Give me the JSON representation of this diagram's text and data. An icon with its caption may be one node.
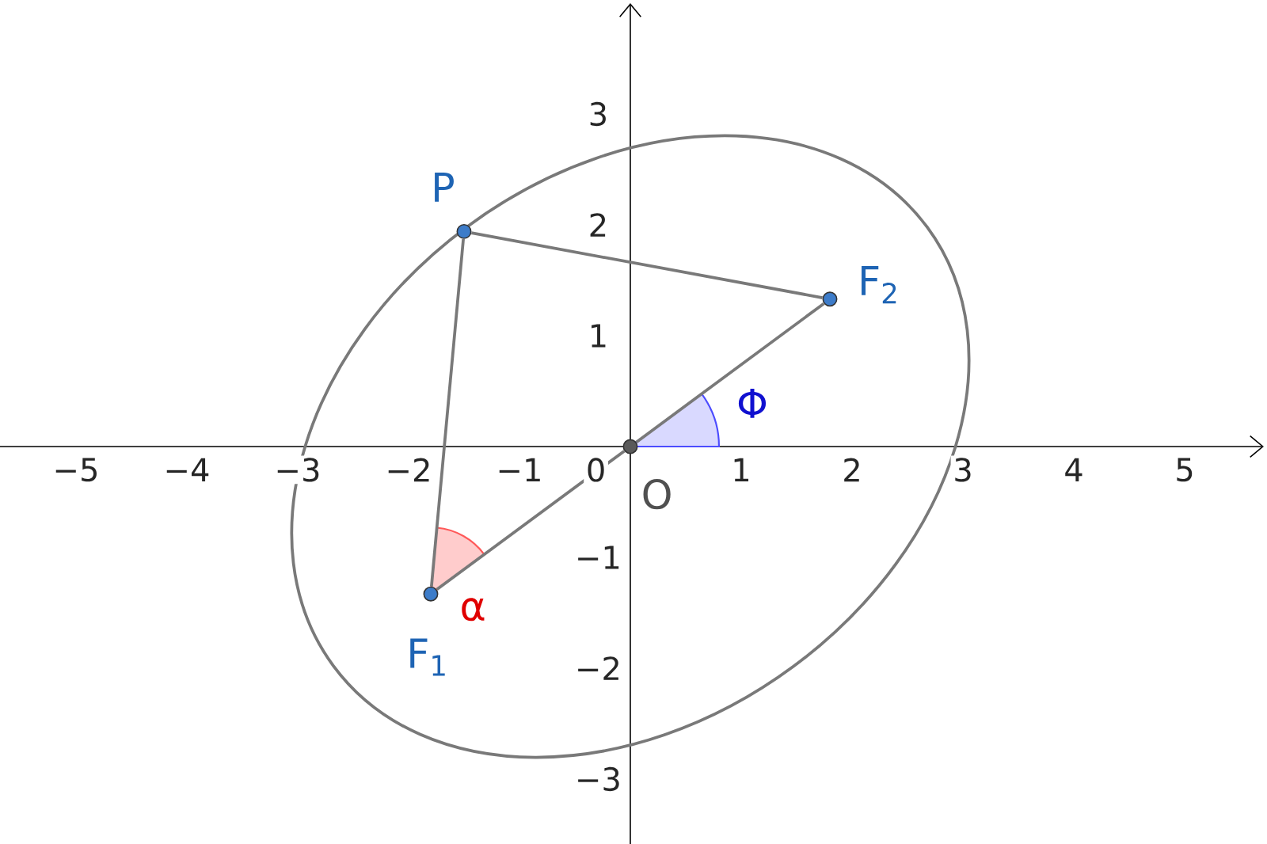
{
  "diagram": {
    "nodes": [
      {
        "text": [],
        "shape": "circle",
        "beside": [
          "P"
        ]
      },
      {
        "text": [],
        "shape": "circle",
        "beside": [
          "F$_{2}$"
        ]
      },
      {
        "text": [],
        "shape": "circle",
        "beside": [
          "F$_{1}$"
        ]
      },
      {
        "text": [],
        "shape": "circle",
        "beside": [
          "O"
        ]
      }
    ],
    "edges": [
      {
        "from": 0,
        "to": 1,
        "arrow": "none"
      },
      {
        "from": 0,
        "to": 2,
        "arrow": "none"
      },
      {
        "from": 2,
        "to": 3,
        "arrow": "none"
      },
      {
        "from": 3,
        "to": 1,
        "arrow": "none"
      }
    ],
    "labels": [
      "3",
      "2",
      "1",
      "−5",
      "−4",
      "−3",
      "−2",
      "−1",
      "0",
      "1",
      "2",
      "3",
      "4",
      "5",
      "−1",
      "−2",
      "−3",
      "α",
      "Φ"
    ]
  }
}
